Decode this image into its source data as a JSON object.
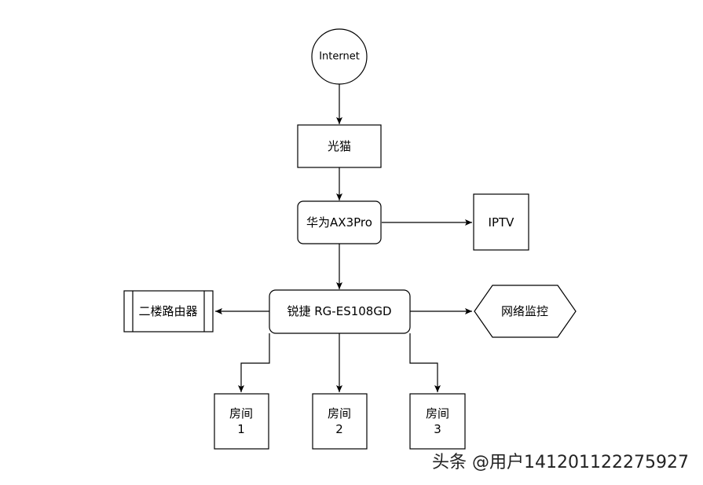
{
  "nodes": {
    "internet": "Internet",
    "modem": "光猫",
    "router": "华为AX3Pro",
    "iptv": "IPTV",
    "switch": "锐捷 RG-ES108GD",
    "second_floor_router": "二楼路由器",
    "monitor": "网络监控",
    "room1": [
      "房间",
      "1"
    ],
    "room2": [
      "房间",
      "2"
    ],
    "room3": [
      "房间",
      "3"
    ]
  },
  "watermark": "头条 @用户1412011222759​27",
  "colors": {
    "stroke": "#000000",
    "fill": "#ffffff"
  }
}
